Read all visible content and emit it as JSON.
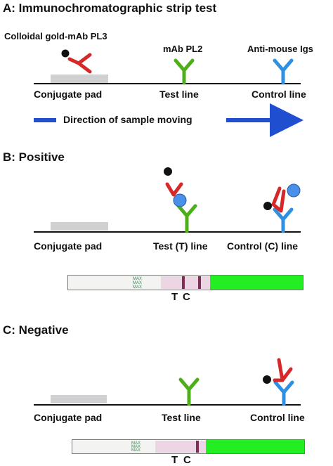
{
  "panel_a": {
    "title": "A: Immunochromatographic strip test",
    "label_conjugate_ab": "Colloidal gold-mAb PL3",
    "label_test_ab": "mAb PL2",
    "label_control_ab": "Anti-mouse Igs",
    "axis_conjugate": "Conjugate pad",
    "axis_test": "Test line",
    "axis_control": "Control line",
    "direction": "Direction of sample moving"
  },
  "panel_b": {
    "title": "B: Positive",
    "axis_conjugate": "Conjugate pad",
    "axis_test": "Test (T) line",
    "axis_control": "Control (C) line",
    "strip_max": "MAX",
    "t_label": "T",
    "c_label": "C"
  },
  "panel_c": {
    "title": "C: Negative",
    "axis_conjugate": "Conjugate pad",
    "axis_test": "Test line",
    "axis_control": "Control line",
    "strip_max": "MAX",
    "t_label": "T",
    "c_label": "C"
  },
  "colors": {
    "gold_antibody": "#d62828",
    "test_antibody": "#4caf1a",
    "control_antibody": "#2f8fe0",
    "antigen": "#4a8fe8",
    "arrow": "#1f4fd0"
  }
}
